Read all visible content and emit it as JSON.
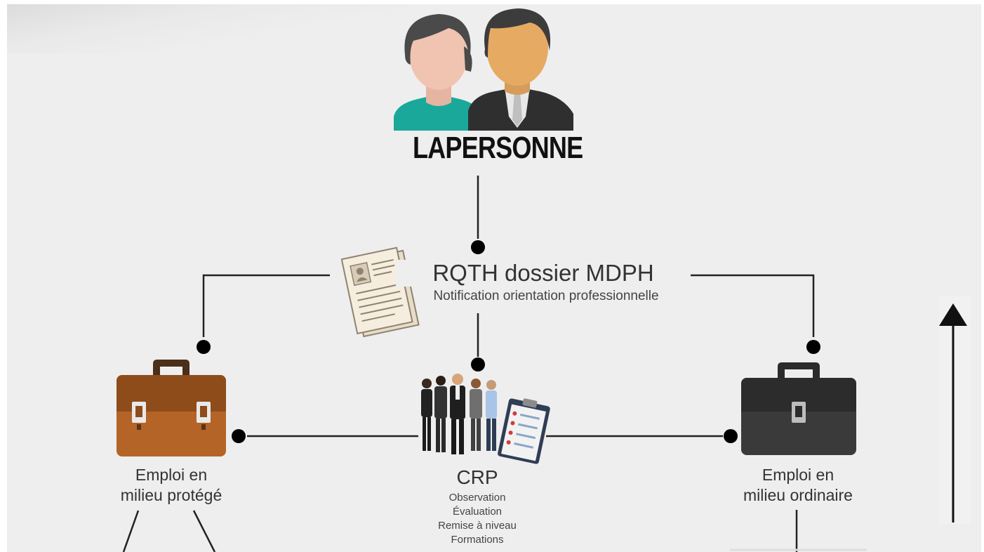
{
  "header": {
    "title": "LAPERSONNE"
  },
  "center": {
    "title": "RQTH dossier MDPH",
    "subtitle": "Notification orientation professionnelle"
  },
  "left_node": {
    "line1": "Emploi en",
    "line2": "milieu protégé"
  },
  "middle_node": {
    "title": "CRP",
    "items": [
      "Observation",
      "Évaluation",
      "Remise à niveau",
      "Formations"
    ]
  },
  "right_node": {
    "line1": "Emploi en",
    "line2": "milieu ordinaire"
  },
  "colors": {
    "background": "#eeeeee",
    "line": "#222222",
    "dot": "#000000",
    "teal_shirt": "#1aa89b",
    "brown_case": "#b56427",
    "dark_case": "#3a3a3a"
  },
  "icons": [
    "people-icon",
    "document-icon",
    "brown-briefcase-icon",
    "team-icon",
    "clipboard-icon",
    "dark-briefcase-icon",
    "arrow-up-icon"
  ]
}
